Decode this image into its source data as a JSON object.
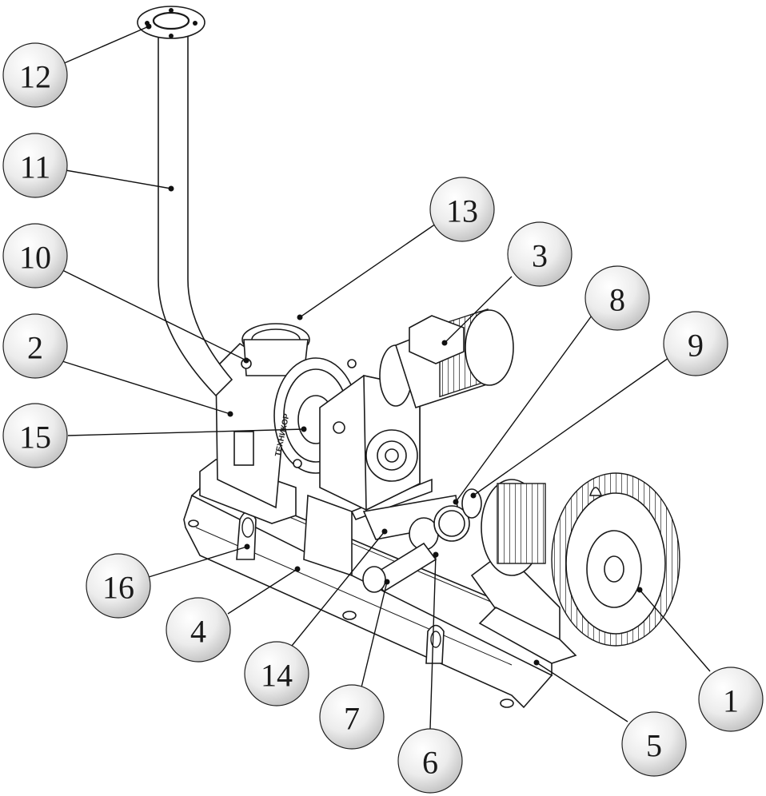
{
  "callouts": [
    {
      "label": "12"
    },
    {
      "label": "11"
    },
    {
      "label": "13"
    },
    {
      "label": "10"
    },
    {
      "label": "3"
    },
    {
      "label": "8"
    },
    {
      "label": "2"
    },
    {
      "label": "9"
    },
    {
      "label": "15"
    },
    {
      "label": "16"
    },
    {
      "label": "4"
    },
    {
      "label": "14"
    },
    {
      "label": "1"
    },
    {
      "label": "7"
    },
    {
      "label": "5"
    },
    {
      "label": "6"
    }
  ],
  "housing_inscription": "ТЕХНИКОР"
}
